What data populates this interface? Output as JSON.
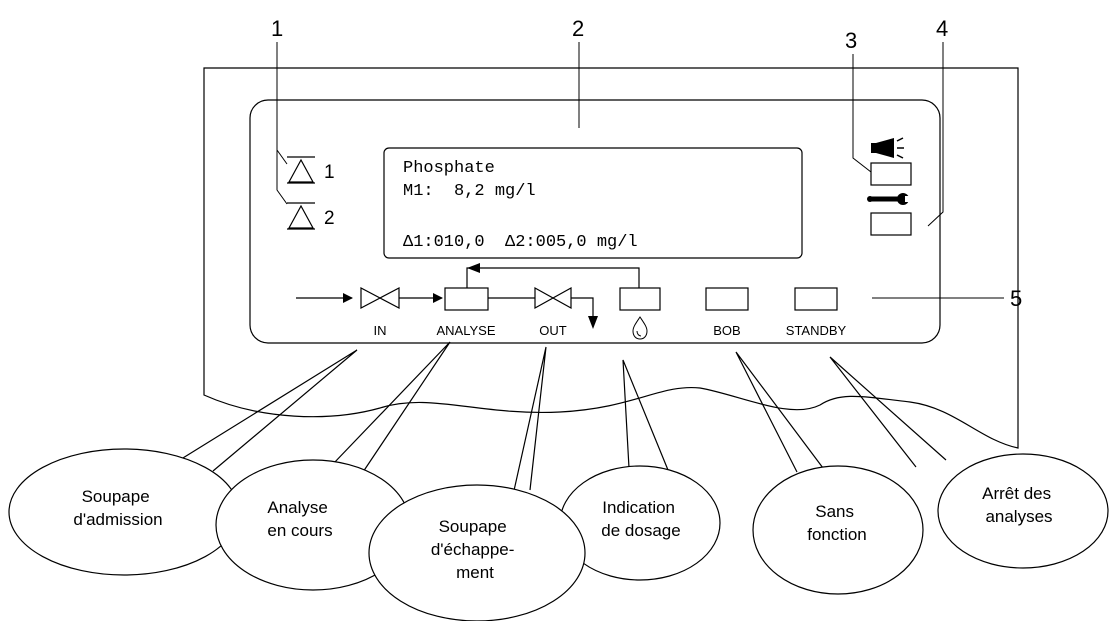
{
  "callout_numbers": [
    "1",
    "2",
    "3",
    "4",
    "5"
  ],
  "alarm_labels": [
    "1",
    "2"
  ],
  "display": {
    "line1": "Phosphate",
    "line2": "M1:  8,2 mg/l",
    "line3": "Δ1:010,0  Δ2:005,0 mg/l"
  },
  "buttons": {
    "in": "IN",
    "analyse": "ANALYSE",
    "out": "OUT",
    "bob": "BOB",
    "standby": "STANDBY"
  },
  "bubbles": {
    "soupape_admission": [
      "Soupape",
      "d'admission"
    ],
    "analyse_en_cours": [
      "Analyse",
      "en cours"
    ],
    "soupape_echappement": [
      "Soupape",
      "d'échappe-",
      "ment"
    ],
    "indication_dosage": [
      "Indication",
      "de dosage"
    ],
    "sans_fonction": [
      "Sans",
      "fonction"
    ],
    "arret_analyses": [
      "Arrêt des",
      "analyses"
    ]
  }
}
